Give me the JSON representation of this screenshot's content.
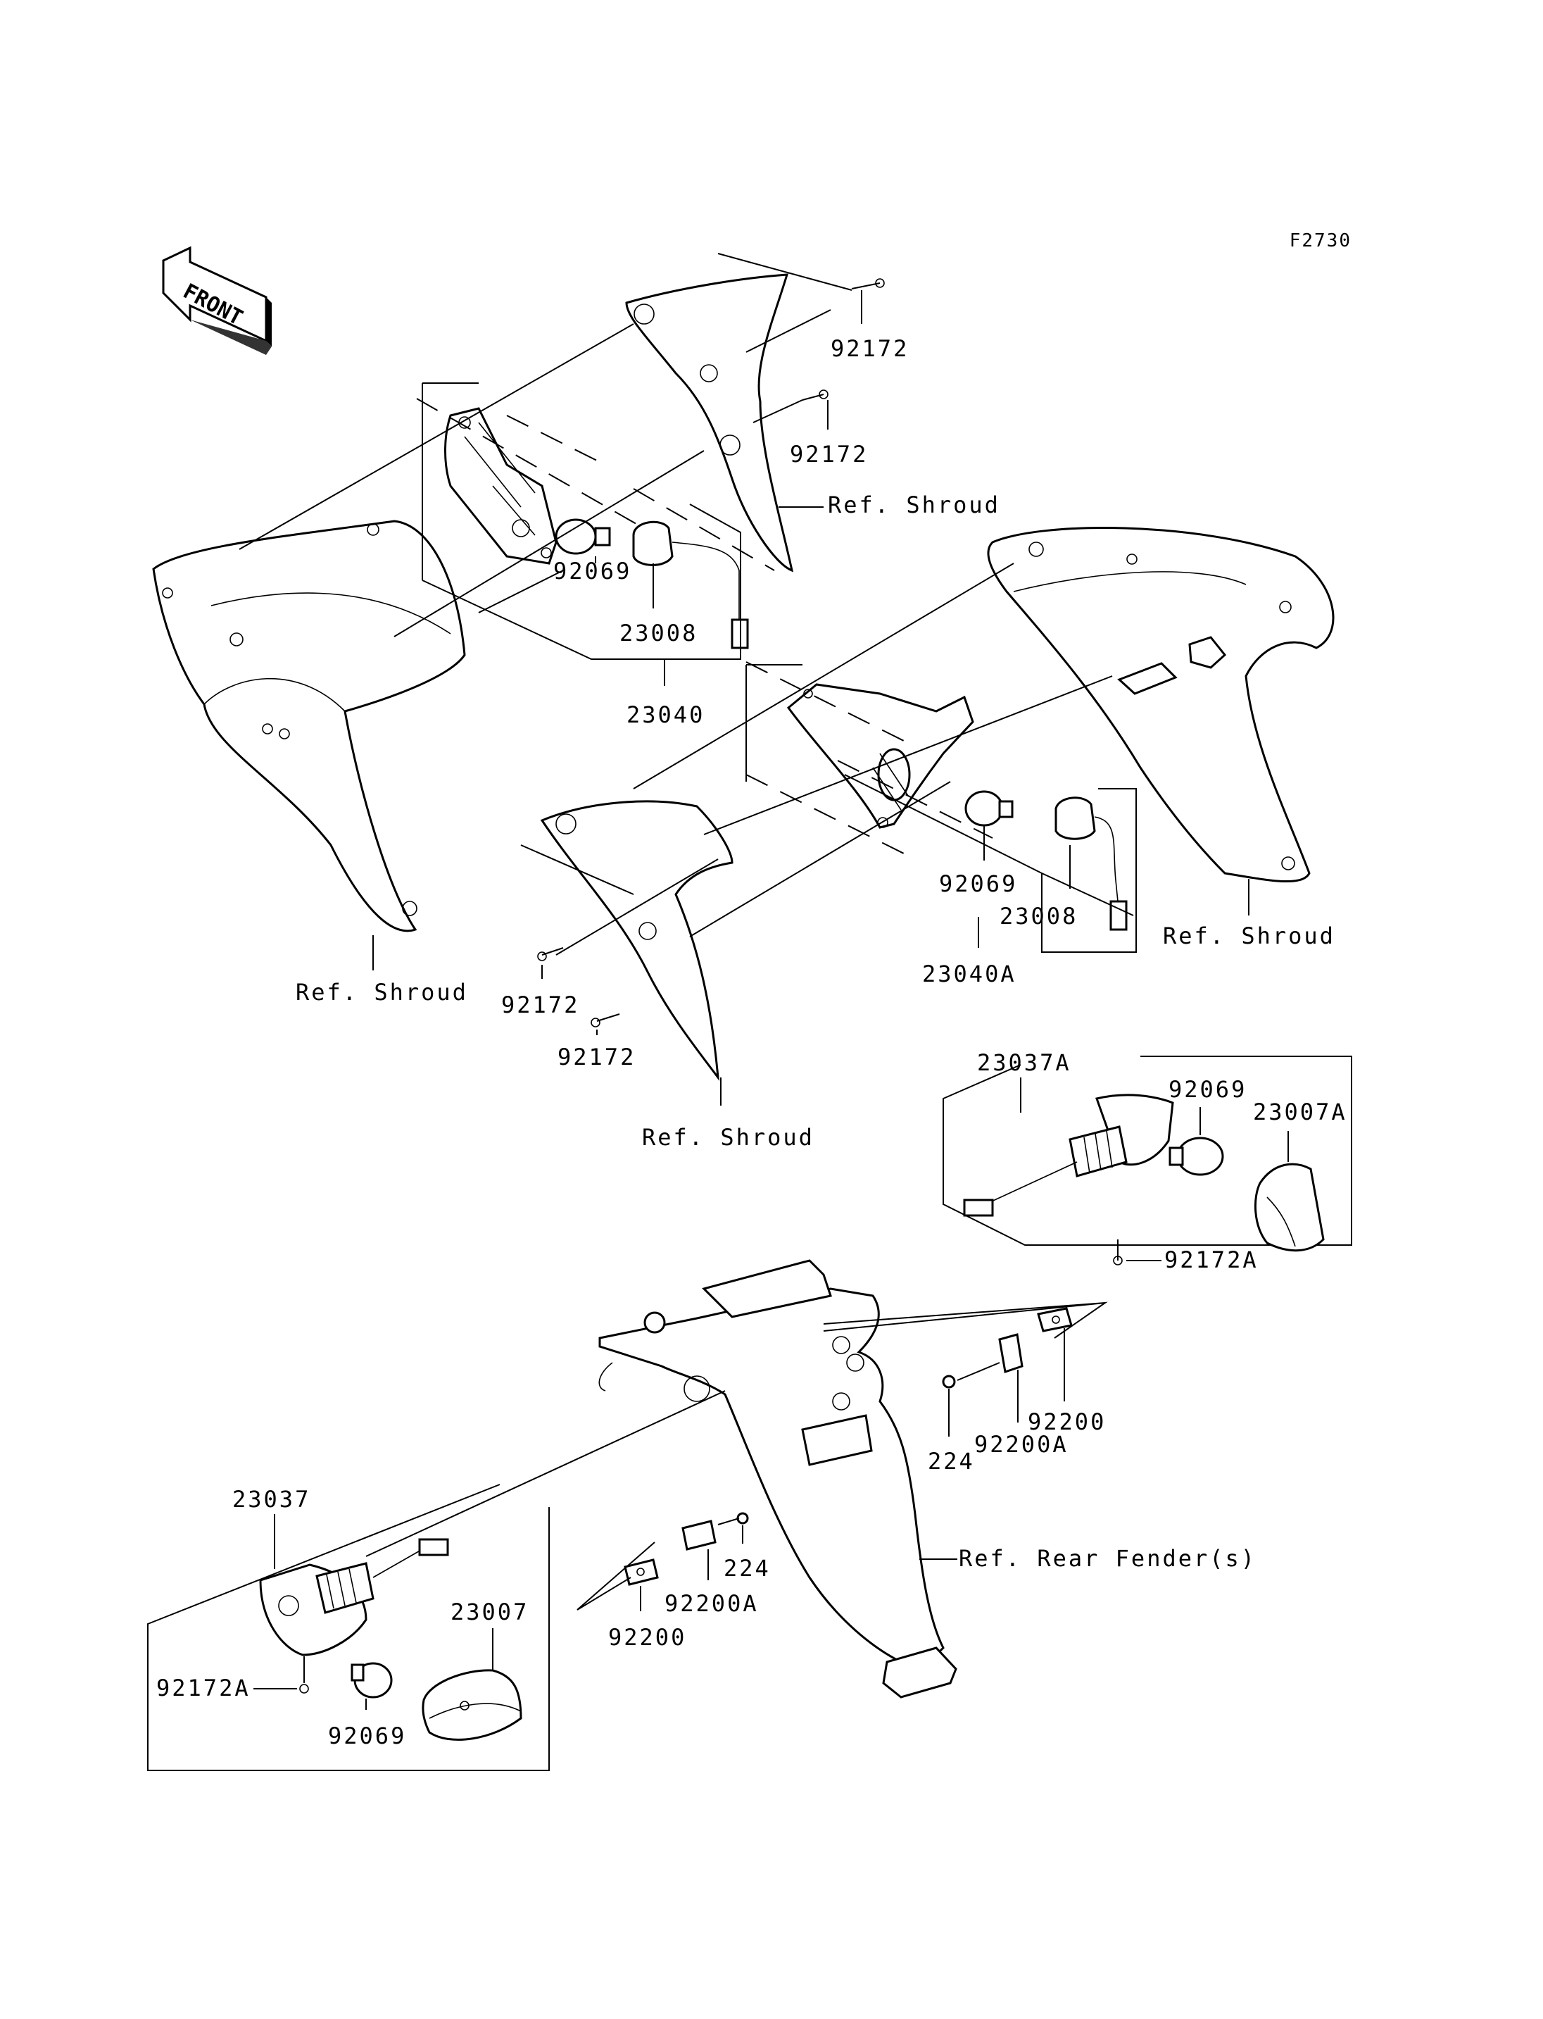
{
  "diagram": {
    "code": "F2730",
    "front_marker": "FRONT",
    "labels": {
      "p92172_a": "92172",
      "p92172_b": "92172",
      "ref_shroud_top": "Ref. Shroud",
      "p92069_a": "92069",
      "p23008_a": "23008",
      "p23040": "23040",
      "p92069_b": "92069",
      "p23008_b": "23008",
      "ref_shroud_right": "Ref. Shroud",
      "ref_shroud_left": "Ref. Shroud",
      "p92172_c": "92172",
      "p92172_d": "92172",
      "p23040A": "23040A",
      "ref_shroud_center": "Ref. Shroud",
      "p23037A": "23037A",
      "p92069_c": "92069",
      "p23007A": "23007A",
      "p92172A_a": "92172A",
      "p92200_a": "92200",
      "p224_a": "224",
      "p92200A_a": "92200A",
      "ref_rear_fender": "Ref. Rear Fender(s)",
      "p23037": "23037",
      "p224_b": "224",
      "p92200A_b": "92200A",
      "p23007": "23007",
      "p92200_b": "92200",
      "p92172A_b": "92172A",
      "p92069_d": "92069"
    }
  }
}
